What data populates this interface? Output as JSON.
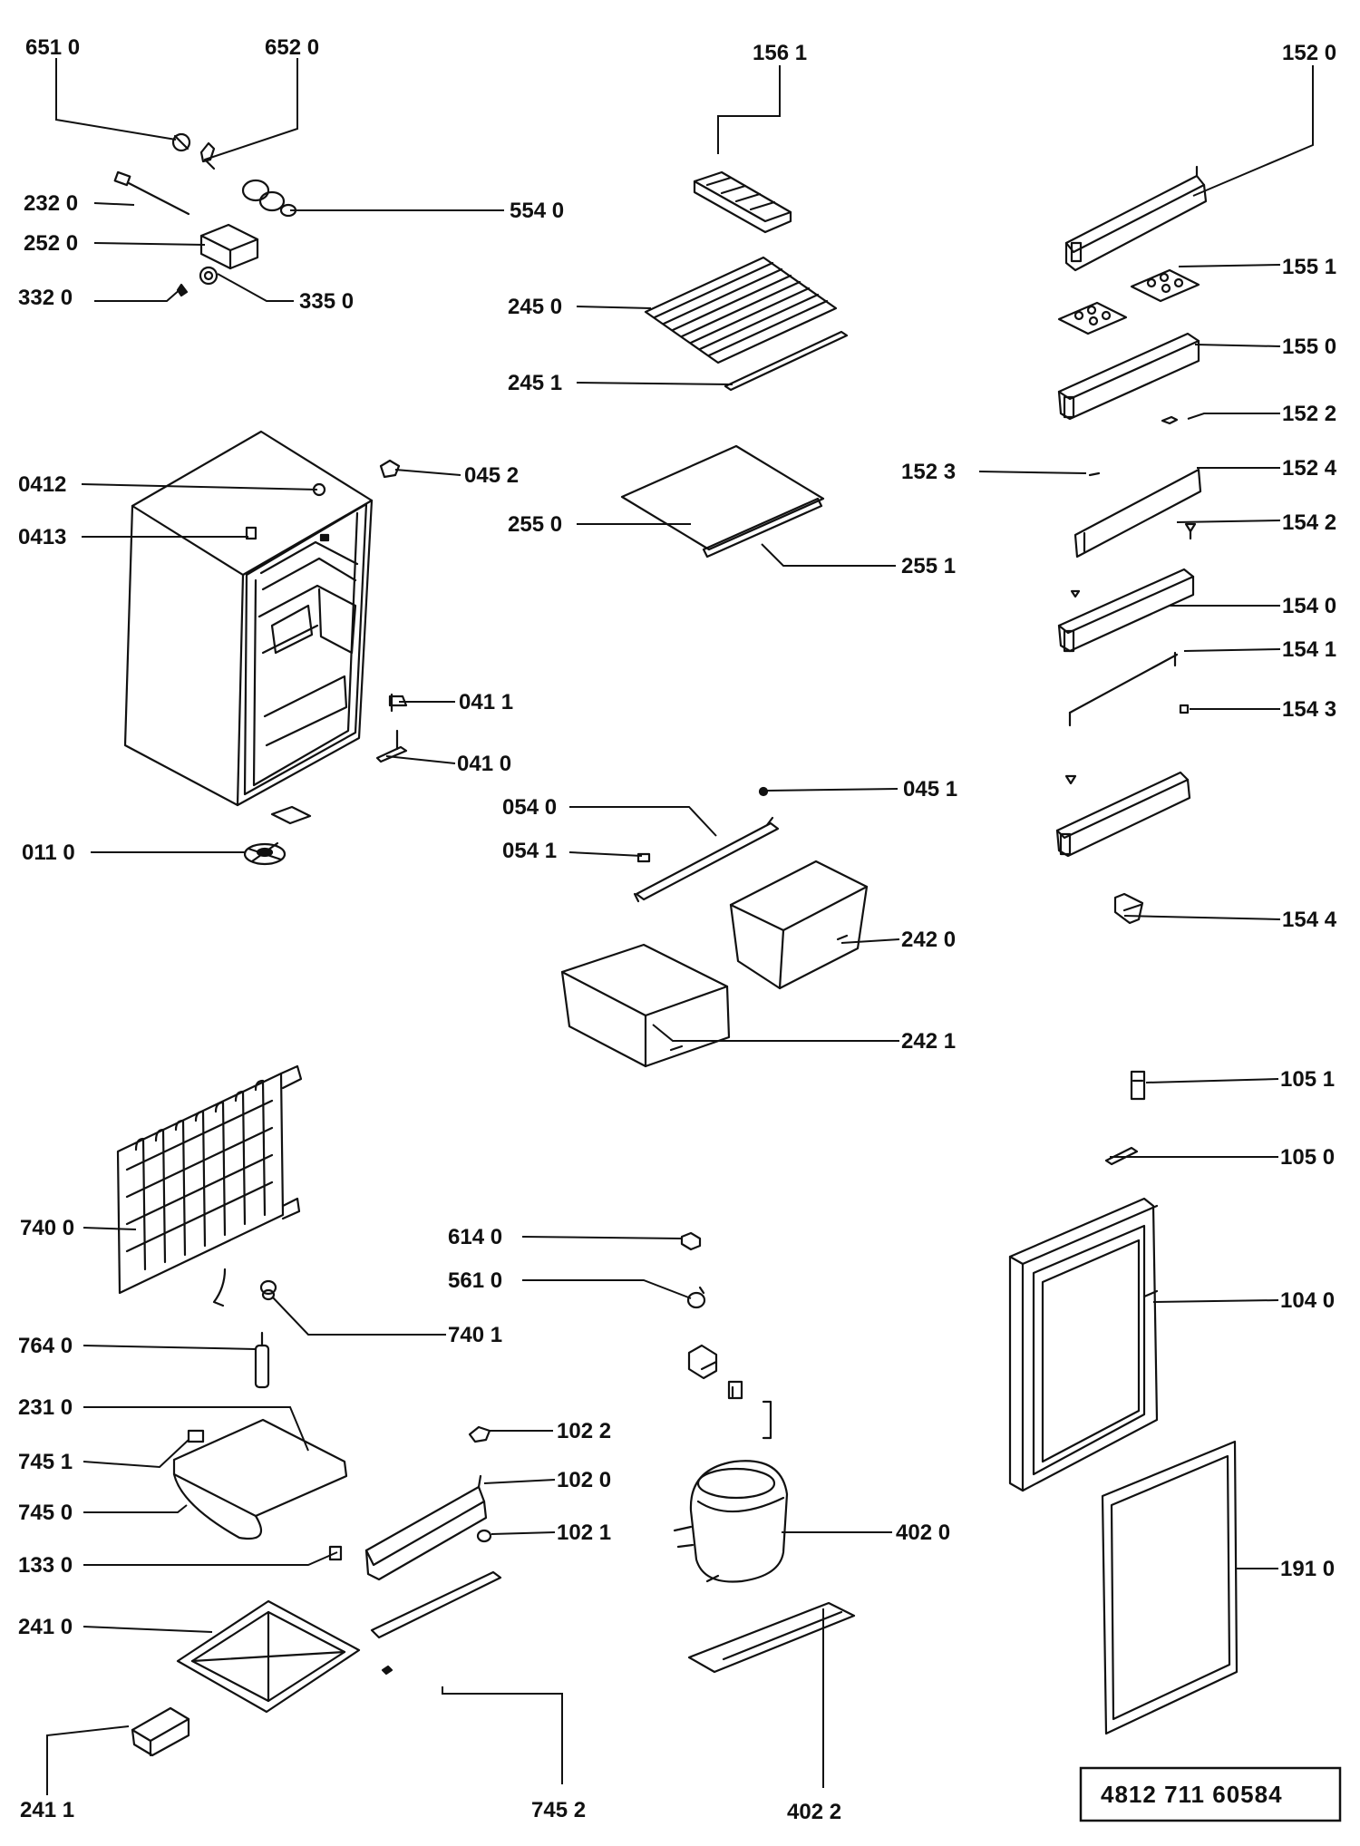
{
  "diagram": {
    "document_number": "4812 711 60584",
    "labels": {
      "p6510": "651 0",
      "p6520": "652 0",
      "p2320": "232 0",
      "p5540": "554 0",
      "p2520": "252 0",
      "p3320": "332 0",
      "p3350": "335 0",
      "p1561": "156 1",
      "p2450": "245 0",
      "p2451": "245 1",
      "p2550": "255 0",
      "p2551": "255 1",
      "p1520": "152 0",
      "p1551": "155 1",
      "p1550": "155 0",
      "p1522": "152 2",
      "p1523": "152 3",
      "p1524": "152 4",
      "p1542": "154 2",
      "p1540": "154 0",
      "p1541": "154 1",
      "p1543": "154 3",
      "p1544": "154 4",
      "p0412": "0412",
      "p0413": "0413",
      "p0452": "045 2",
      "p0411": "041 1",
      "p0410": "041 0",
      "p0110": "011 0",
      "p0451": "045 1",
      "p0540": "054 0",
      "p0541": "054 1",
      "p2420": "242 0",
      "p2421": "242 1",
      "p1051": "105 1",
      "p1050": "105 0",
      "p1040": "104 0",
      "p1910": "191 0",
      "p7400": "740 0",
      "p7401": "740 1",
      "p7640": "764 0",
      "p6140": "614 0",
      "p5610": "561 0",
      "p2310": "231 0",
      "p7451": "745 1",
      "p7450": "745 0",
      "p1330": "133 0",
      "p2410": "241 0",
      "p2411": "241 1",
      "p7452": "745 2",
      "p1022": "102 2",
      "p1020": "102 0",
      "p1021": "102 1",
      "p4020": "402 0",
      "p4022": "402 2"
    }
  }
}
